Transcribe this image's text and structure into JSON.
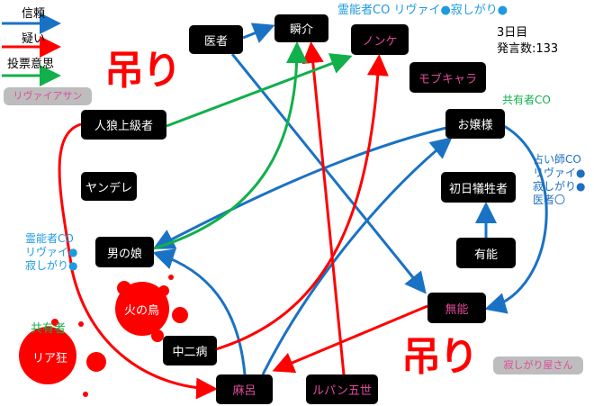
{
  "legend": [
    {
      "label": "信頼",
      "color": "#1a72c4"
    },
    {
      "label": "疑い",
      "color": "#ff0000"
    },
    {
      "label": "投票意思",
      "color": "#11b04a"
    }
  ],
  "status": {
    "day": "3日目",
    "posts": "発言数:133"
  },
  "nodes": {
    "isha": "医者",
    "shunsuke": "瞬介",
    "nonke": "ノンケ",
    "mob": "モブキャラ",
    "jinro": "人狼上級者",
    "ojou": "お嬢様",
    "yandere": "ヤンデレ",
    "shonichi": "初日犠牲者",
    "otokonoko": "男の娘",
    "yuunou": "有能",
    "munou": "無能",
    "chuuni": "中二病",
    "maro": "麻呂",
    "lupin": "ルパン五世",
    "hinotori": "火の鳥",
    "riakyou": "リア狂"
  },
  "hanged": [
    {
      "mark": "吊り",
      "name": "リヴァイアサン"
    },
    {
      "mark": "吊り",
      "name": "寂しがり屋さん"
    }
  ],
  "notes": {
    "top_medium": "霊能者CO リヴァイ●寂しがり●",
    "kyouyuu_co": "共有者CO",
    "seer": [
      "占い師CO",
      "リヴァイ●",
      "寂しがり●",
      "医者〇"
    ],
    "left_medium": [
      "霊能者CO",
      "リヴァイ●",
      "寂しがり●"
    ],
    "kyouyuu": "共有者"
  },
  "colors": {
    "trust": "#1a72c4",
    "doubt": "#ff0000",
    "vote": "#11b04a"
  }
}
